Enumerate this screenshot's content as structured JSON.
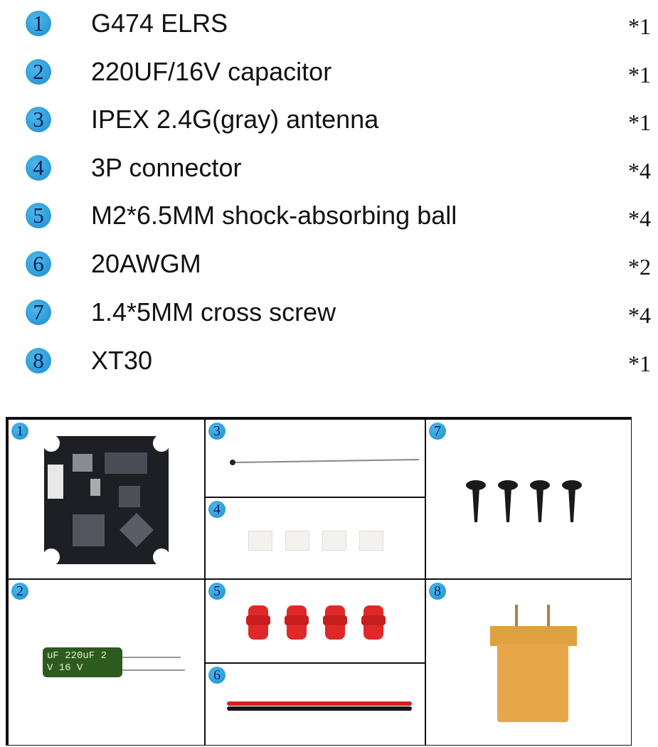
{
  "items": [
    {
      "num": "1",
      "name": "G474 ELRS",
      "qty": "*1"
    },
    {
      "num": "2",
      "name": "220UF/16V capacitor",
      "qty": "*1"
    },
    {
      "num": "3",
      "name": "IPEX 2.4G(gray) antenna",
      "qty": "*1"
    },
    {
      "num": "4",
      "name": "3P connector",
      "qty": "*4"
    },
    {
      "num": "5",
      "name": "M2*6.5MM shock-absorbing ball",
      "qty": "*4"
    },
    {
      "num": "6",
      "name": "20AWGM",
      "qty": "*2"
    },
    {
      "num": "7",
      "name": "1.4*5MM cross screw",
      "qty": "*4"
    },
    {
      "num": "8",
      "name": "XT30",
      "qty": "*1"
    }
  ],
  "capacitor_print": {
    "line1": "uF 220uF 2",
    "line2": "V  16 V"
  },
  "colors": {
    "badge": "#1a8fd0",
    "xt30": "#e8a64a",
    "ball": "#e02828"
  }
}
